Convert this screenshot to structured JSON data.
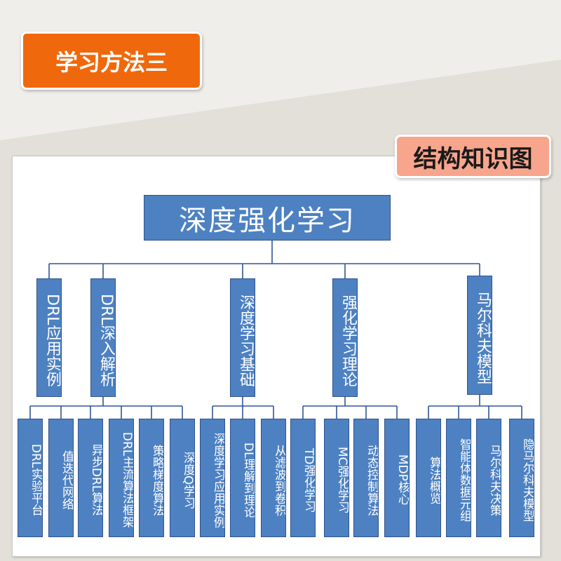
{
  "title_badge": "学习方法三",
  "structure_badge": "结构知识图",
  "root": "深度强化学习",
  "branches": [
    {
      "label": "DRL应用实例",
      "children": [
        "DRL实验平台",
        "值迭代网络",
        "异步DRL算法",
        "DRL主流算法框架",
        "策略梯度算法",
        "深度Q学习"
      ]
    },
    {
      "label": "DRL深入解析",
      "children": []
    },
    {
      "label": "深度学习基础",
      "children": [
        "深度学习应用实例",
        "DL理解到理论",
        "从滤波到卷积"
      ]
    },
    {
      "label": "强化学习理论",
      "children": [
        "TD强化学习",
        "MC强化学习",
        "动态控制算法",
        "MDP核心"
      ]
    },
    {
      "label": "马尔科夫模型",
      "children": [
        "算法概览",
        "智能体数据元组",
        "马尔科夫决策",
        "隐马尔科夫模型"
      ]
    }
  ],
  "colors": {
    "node_fill": "#4d81c2",
    "node_border": "#2f528f",
    "connector": "#2f5597",
    "title_badge": "#f0680c",
    "structure_badge": "#f7a58c"
  }
}
